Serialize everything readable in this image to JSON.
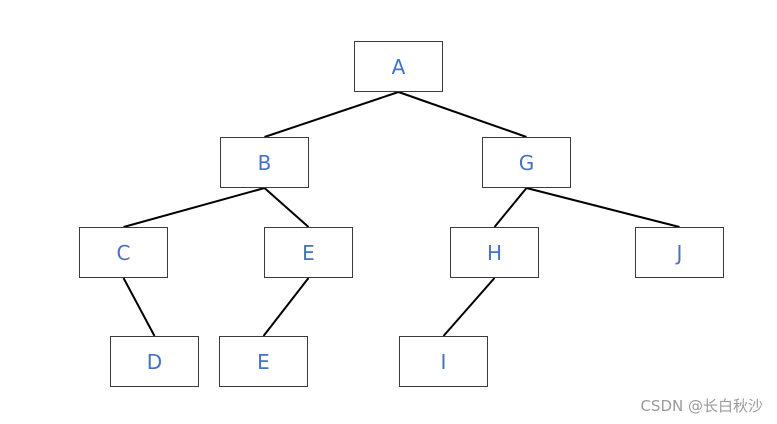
{
  "diagram": {
    "type": "binary-tree",
    "node_text_color": "#4472c4",
    "border_color": "#3b3b3b",
    "edge_color": "#000000",
    "nodes": [
      {
        "id": "a",
        "label": "A"
      },
      {
        "id": "b",
        "label": "B"
      },
      {
        "id": "g",
        "label": "G"
      },
      {
        "id": "c",
        "label": "C"
      },
      {
        "id": "e1",
        "label": "E"
      },
      {
        "id": "h",
        "label": "H"
      },
      {
        "id": "j",
        "label": "J"
      },
      {
        "id": "d",
        "label": "D"
      },
      {
        "id": "e2",
        "label": "E"
      },
      {
        "id": "i",
        "label": "I"
      }
    ],
    "edges": [
      {
        "from": "a",
        "to": "b"
      },
      {
        "from": "a",
        "to": "g"
      },
      {
        "from": "b",
        "to": "c"
      },
      {
        "from": "b",
        "to": "e1"
      },
      {
        "from": "g",
        "to": "h"
      },
      {
        "from": "g",
        "to": "j"
      },
      {
        "from": "c",
        "to": "d"
      },
      {
        "from": "e1",
        "to": "e2"
      },
      {
        "from": "h",
        "to": "i"
      }
    ]
  },
  "watermark": {
    "text": "CSDN @长白秋沙"
  }
}
